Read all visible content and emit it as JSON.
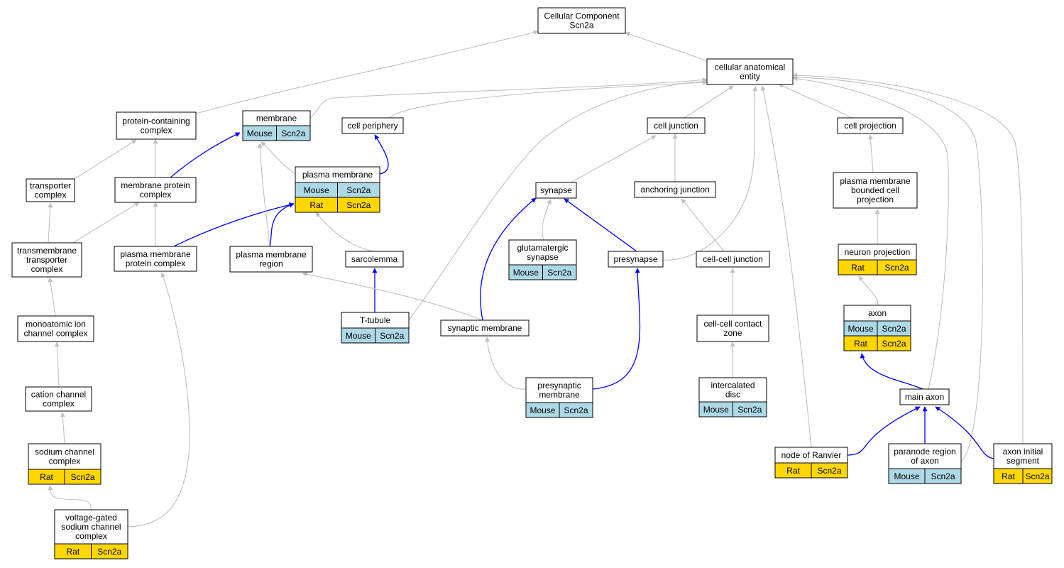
{
  "colors": {
    "mouse": "#add8e6",
    "rat": "#ffd700",
    "edge_is_a": "#c0c0c0",
    "edge_part_of": "#0000ff",
    "node_border": "#000000"
  },
  "nodes": [
    {
      "id": "root",
      "lines": [
        "Cellular Component",
        "Scn2a"
      ],
      "tags": []
    },
    {
      "id": "cae",
      "lines": [
        "cellular anatomical",
        "entity"
      ],
      "tags": []
    },
    {
      "id": "pcc",
      "lines": [
        "protein-containing",
        "complex"
      ],
      "tags": []
    },
    {
      "id": "membrane",
      "lines": [
        "membrane"
      ],
      "tags": [
        [
          "Mouse",
          "Scn2a"
        ]
      ]
    },
    {
      "id": "cellperiph",
      "lines": [
        "cell periphery"
      ],
      "tags": []
    },
    {
      "id": "celljunc",
      "lines": [
        "cell junction"
      ],
      "tags": []
    },
    {
      "id": "cellproj",
      "lines": [
        "cell projection"
      ],
      "tags": []
    },
    {
      "id": "transporter",
      "lines": [
        "transporter",
        "complex"
      ],
      "tags": []
    },
    {
      "id": "mpc",
      "lines": [
        "membrane protein",
        "complex"
      ],
      "tags": []
    },
    {
      "id": "pm",
      "lines": [
        "plasma membrane"
      ],
      "tags": [
        [
          "Mouse",
          "Scn2a"
        ],
        [
          "Rat",
          "Scn2a"
        ]
      ]
    },
    {
      "id": "synapse",
      "lines": [
        "synapse"
      ],
      "tags": []
    },
    {
      "id": "anchor",
      "lines": [
        "anchoring junction"
      ],
      "tags": []
    },
    {
      "id": "pmbcp",
      "lines": [
        "plasma membrane",
        "bounded cell",
        "projection"
      ],
      "tags": []
    },
    {
      "id": "tmtc",
      "lines": [
        "transmembrane",
        "transporter",
        "complex"
      ],
      "tags": []
    },
    {
      "id": "pmpc",
      "lines": [
        "plasma membrane",
        "protein complex"
      ],
      "tags": []
    },
    {
      "id": "pmr",
      "lines": [
        "plasma membrane",
        "region"
      ],
      "tags": []
    },
    {
      "id": "sarco",
      "lines": [
        "sarcolemma"
      ],
      "tags": []
    },
    {
      "id": "glut",
      "lines": [
        "glutamatergic",
        "synapse"
      ],
      "tags": [
        [
          "Mouse",
          "Scn2a"
        ]
      ]
    },
    {
      "id": "presyn",
      "lines": [
        "presynapse"
      ],
      "tags": []
    },
    {
      "id": "ccj",
      "lines": [
        "cell-cell junction"
      ],
      "tags": []
    },
    {
      "id": "neuproj",
      "lines": [
        "neuron projection"
      ],
      "tags": [
        [
          "Rat",
          "Scn2a"
        ]
      ]
    },
    {
      "id": "ttub",
      "lines": [
        "T-tubule"
      ],
      "tags": [
        [
          "Mouse",
          "Scn2a"
        ]
      ]
    },
    {
      "id": "synmem",
      "lines": [
        "synaptic membrane"
      ],
      "tags": []
    },
    {
      "id": "ccz",
      "lines": [
        "cell-cell contact",
        "zone"
      ],
      "tags": []
    },
    {
      "id": "axon",
      "lines": [
        "axon"
      ],
      "tags": [
        [
          "Mouse",
          "Scn2a"
        ],
        [
          "Rat",
          "Scn2a"
        ]
      ]
    },
    {
      "id": "maic",
      "lines": [
        "monoatomic ion",
        "channel complex"
      ],
      "tags": []
    },
    {
      "id": "cationcc",
      "lines": [
        "cation channel",
        "complex"
      ],
      "tags": []
    },
    {
      "id": "presynmem",
      "lines": [
        "presynaptic",
        "membrane"
      ],
      "tags": [
        [
          "Mouse",
          "Scn2a"
        ]
      ]
    },
    {
      "id": "icd",
      "lines": [
        "intercalated",
        "disc"
      ],
      "tags": [
        [
          "Mouse",
          "Scn2a"
        ]
      ]
    },
    {
      "id": "mainaxon",
      "lines": [
        "main axon"
      ],
      "tags": []
    },
    {
      "id": "sodcc",
      "lines": [
        "sodium channel",
        "complex"
      ],
      "tags": [
        [
          "Rat",
          "Scn2a"
        ]
      ]
    },
    {
      "id": "ranvier",
      "lines": [
        "node of Ranvier"
      ],
      "tags": [
        [
          "Rat",
          "Scn2a"
        ]
      ]
    },
    {
      "id": "paranode",
      "lines": [
        "paranode region",
        "of axon"
      ],
      "tags": [
        [
          "Mouse",
          "Scn2a"
        ]
      ]
    },
    {
      "id": "ais",
      "lines": [
        "axon initial",
        "segment"
      ],
      "tags": [
        [
          "Rat",
          "Scn2a"
        ]
      ]
    },
    {
      "id": "vgscc",
      "lines": [
        "voltage-gated",
        "sodium channel",
        "complex"
      ],
      "tags": [
        [
          "Rat",
          "Scn2a"
        ]
      ]
    }
  ],
  "edges": [
    {
      "id": "cae-root",
      "kind": "is_a"
    },
    {
      "id": "pcc-root",
      "kind": "is_a"
    },
    {
      "id": "membrane-cae",
      "kind": "is_a"
    },
    {
      "id": "cellperiph-cae",
      "kind": "is_a"
    },
    {
      "id": "celljunc-cae",
      "kind": "is_a"
    },
    {
      "id": "cellproj-cae",
      "kind": "is_a"
    },
    {
      "id": "transporter-pcc",
      "kind": "is_a"
    },
    {
      "id": "mpc-pcc",
      "kind": "is_a"
    },
    {
      "id": "mpc-membrane",
      "kind": "part_of"
    },
    {
      "id": "pm-membrane",
      "kind": "is_a"
    },
    {
      "id": "pm-cellperiph",
      "kind": "part_of"
    },
    {
      "id": "synapse-celljunc",
      "kind": "is_a"
    },
    {
      "id": "anchor-celljunc",
      "kind": "is_a"
    },
    {
      "id": "pmbcp-cellproj",
      "kind": "is_a"
    },
    {
      "id": "tmtc-transporter",
      "kind": "is_a"
    },
    {
      "id": "tmtc-mpc",
      "kind": "is_a"
    },
    {
      "id": "pmpc-mpc",
      "kind": "is_a"
    },
    {
      "id": "pmpc-pm",
      "kind": "part_of"
    },
    {
      "id": "pmr-membrane",
      "kind": "is_a"
    },
    {
      "id": "pmr-pm",
      "kind": "part_of"
    },
    {
      "id": "sarco-pm",
      "kind": "is_a"
    },
    {
      "id": "glut-synapse",
      "kind": "is_a"
    },
    {
      "id": "presyn-synapse",
      "kind": "part_of"
    },
    {
      "id": "presyn-cae",
      "kind": "is_a"
    },
    {
      "id": "ccj-anchor",
      "kind": "is_a"
    },
    {
      "id": "neuproj-pmbcp",
      "kind": "is_a"
    },
    {
      "id": "ttub-sarco",
      "kind": "part_of"
    },
    {
      "id": "ttub-cae",
      "kind": "is_a"
    },
    {
      "id": "synmem-pmr",
      "kind": "is_a"
    },
    {
      "id": "synmem-synapse",
      "kind": "part_of"
    },
    {
      "id": "ccz-ccj",
      "kind": "is_a"
    },
    {
      "id": "axon-neuproj",
      "kind": "is_a"
    },
    {
      "id": "maic-tmtc",
      "kind": "is_a"
    },
    {
      "id": "cationcc-maic",
      "kind": "is_a"
    },
    {
      "id": "presynmem-synmem",
      "kind": "is_a"
    },
    {
      "id": "presynmem-presyn",
      "kind": "part_of"
    },
    {
      "id": "icd-ccz",
      "kind": "is_a"
    },
    {
      "id": "mainaxon-axon",
      "kind": "part_of"
    },
    {
      "id": "mainaxon-cae",
      "kind": "is_a"
    },
    {
      "id": "sodcc-cationcc",
      "kind": "is_a"
    },
    {
      "id": "ranvier-mainaxon",
      "kind": "part_of"
    },
    {
      "id": "ranvier-cae",
      "kind": "is_a"
    },
    {
      "id": "paranode-mainaxon",
      "kind": "part_of"
    },
    {
      "id": "paranode-cae",
      "kind": "is_a"
    },
    {
      "id": "ais-mainaxon",
      "kind": "part_of"
    },
    {
      "id": "ais-cae",
      "kind": "is_a"
    },
    {
      "id": "vgscc-sodcc",
      "kind": "is_a"
    },
    {
      "id": "vgscc-pmpc",
      "kind": "is_a"
    }
  ]
}
